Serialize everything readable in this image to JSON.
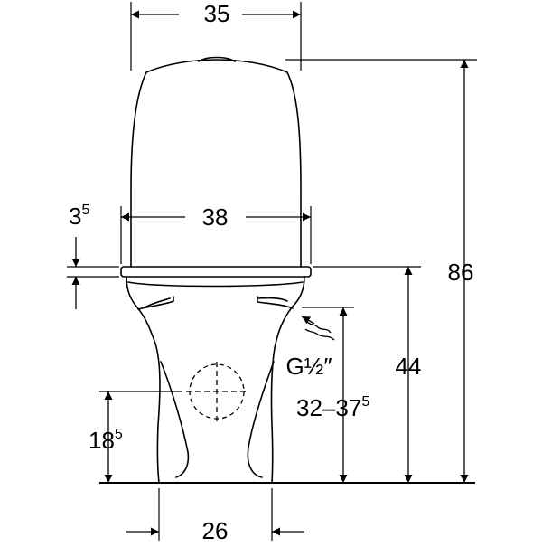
{
  "diagram": {
    "width_top": "35",
    "width_seat": "38",
    "rim_thickness_main": "3",
    "rim_thickness_sup": "5",
    "total_height": "86",
    "seat_height": "44",
    "inlet_label": "G½″",
    "inlet_height_main": "32–37",
    "inlet_height_sup": "5",
    "outlet_height_main": "18",
    "outlet_height_sup": "5",
    "base_width": "26",
    "colors": {
      "line": "#000000",
      "background": "#ffffff"
    }
  }
}
